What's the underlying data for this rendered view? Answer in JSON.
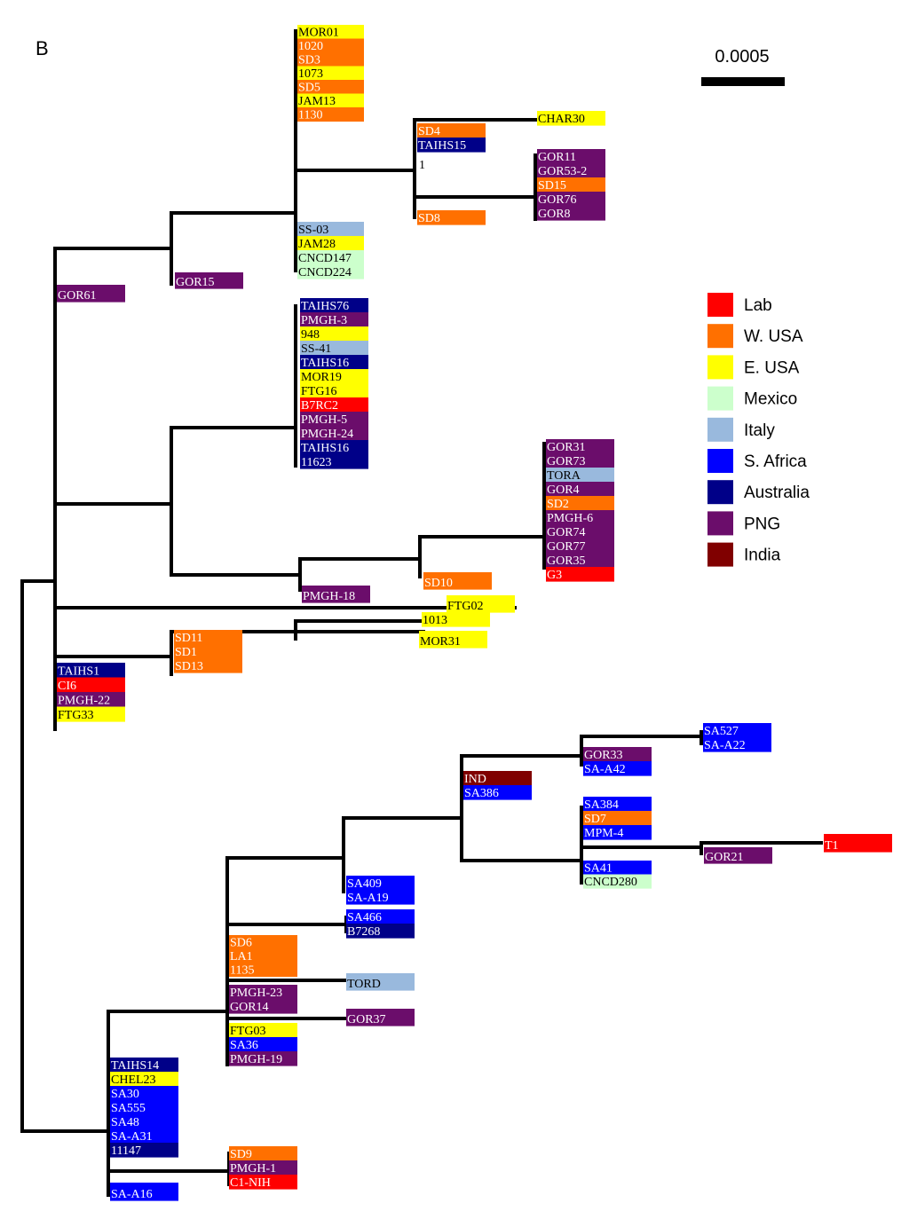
{
  "figure": {
    "panel_label": "B",
    "scale_bar_label": "0.0005",
    "node_label": "1"
  },
  "colors": {
    "branch": "#000000",
    "dark_text": "#000000",
    "light_text": "#ffffff"
  },
  "legend": [
    {
      "key": "lab",
      "label": "Lab",
      "color": "#ff0000"
    },
    {
      "key": "wusa",
      "label": "W. USA",
      "color": "#ff7000"
    },
    {
      "key": "eusa",
      "label": "E. USA",
      "color": "#ffff00"
    },
    {
      "key": "mexico",
      "label": "Mexico",
      "color": "#ccffcc"
    },
    {
      "key": "italy",
      "label": "Italy",
      "color": "#99b9dd"
    },
    {
      "key": "safrica",
      "label": "S. Africa",
      "color": "#0000ff"
    },
    {
      "key": "australia",
      "label": "Australia",
      "color": "#000088"
    },
    {
      "key": "png",
      "label": "PNG",
      "color": "#6b0d6b"
    },
    {
      "key": "india",
      "label": "India",
      "color": "#800000"
    }
  ],
  "clades": [
    {
      "taxa": [
        [
          "MOR01",
          "eusa"
        ],
        [
          "1020",
          "wusa"
        ],
        [
          "SD3",
          "wusa"
        ],
        [
          "1073",
          "eusa"
        ],
        [
          "SD5",
          "wusa"
        ],
        [
          "JAM13",
          "eusa"
        ],
        [
          "1130",
          "wusa"
        ]
      ]
    },
    {
      "taxa": [
        [
          "CHAR30",
          "eusa"
        ]
      ]
    },
    {
      "taxa": [
        [
          "SD4",
          "wusa"
        ],
        [
          "TAIHS15",
          "australia"
        ]
      ]
    },
    {
      "taxa": [
        [
          "GOR11",
          "png"
        ],
        [
          "GOR53-2",
          "png"
        ],
        [
          "SD15",
          "wusa"
        ],
        [
          "GOR76",
          "png"
        ],
        [
          "GOR8",
          "png"
        ]
      ]
    },
    {
      "taxa": [
        [
          "SD8",
          "wusa"
        ]
      ]
    },
    {
      "taxa": [
        [
          "SS-03",
          "italy"
        ],
        [
          "JAM28",
          "eusa"
        ],
        [
          "CNCD147",
          "mexico"
        ],
        [
          "CNCD224",
          "mexico"
        ]
      ]
    },
    {
      "taxa": [
        [
          "GOR15",
          "png"
        ]
      ]
    },
    {
      "taxa": [
        [
          "GOR61",
          "png"
        ]
      ]
    },
    {
      "taxa": [
        [
          "TAIHS76",
          "australia"
        ],
        [
          "PMGH-3",
          "png"
        ],
        [
          "948",
          "eusa"
        ],
        [
          "SS-41",
          "italy"
        ],
        [
          "TAIHS16",
          "australia"
        ],
        [
          "MOR19",
          "eusa"
        ],
        [
          "FTG16",
          "eusa"
        ],
        [
          "B7RC2",
          "lab"
        ],
        [
          "PMGH-5",
          "png"
        ],
        [
          "PMGH-24",
          "png"
        ],
        [
          "TAIHS16",
          "australia"
        ],
        [
          "11623",
          "australia"
        ]
      ]
    },
    {
      "taxa": [
        [
          "GOR31",
          "png"
        ],
        [
          "GOR73",
          "png"
        ],
        [
          "TORA",
          "italy"
        ],
        [
          "GOR4",
          "png"
        ],
        [
          "SD2",
          "wusa"
        ],
        [
          "PMGH-6",
          "png"
        ],
        [
          "GOR74",
          "png"
        ],
        [
          "GOR77",
          "png"
        ],
        [
          "GOR35",
          "png"
        ],
        [
          "G3",
          "lab"
        ]
      ]
    },
    {
      "taxa": [
        [
          "SD10",
          "wusa"
        ]
      ]
    },
    {
      "taxa": [
        [
          "PMGH-18",
          "png"
        ]
      ]
    },
    {
      "taxa": [
        [
          "FTG02",
          "eusa"
        ]
      ]
    },
    {
      "taxa": [
        [
          "1013",
          "eusa"
        ]
      ]
    },
    {
      "taxa": [
        [
          "MOR31",
          "eusa"
        ]
      ]
    },
    {
      "taxa": [
        [
          "SD11",
          "wusa"
        ],
        [
          "SD1",
          "wusa"
        ],
        [
          "SD13",
          "wusa"
        ]
      ]
    },
    {
      "taxa": [
        [
          "TAIHS1",
          "australia"
        ],
        [
          "CI6",
          "lab"
        ],
        [
          "PMGH-22",
          "png"
        ],
        [
          "FTG33",
          "eusa"
        ]
      ]
    },
    {
      "taxa": [
        [
          "SA527",
          "safrica"
        ],
        [
          "SA-A22",
          "safrica"
        ]
      ]
    },
    {
      "taxa": [
        [
          "GOR33",
          "png"
        ],
        [
          "SA-A42",
          "safrica"
        ]
      ]
    },
    {
      "taxa": [
        [
          "IND",
          "india"
        ],
        [
          "SA386",
          "safrica"
        ]
      ]
    },
    {
      "taxa": [
        [
          "SA384",
          "safrica"
        ],
        [
          "SD7",
          "wusa"
        ],
        [
          "MPM-4",
          "safrica"
        ]
      ]
    },
    {
      "taxa": [
        [
          "T1",
          "lab"
        ]
      ]
    },
    {
      "taxa": [
        [
          "GOR21",
          "png"
        ]
      ]
    },
    {
      "taxa": [
        [
          "SA41",
          "safrica"
        ],
        [
          "CNCD280",
          "mexico"
        ]
      ]
    },
    {
      "taxa": [
        [
          "SA409",
          "safrica"
        ],
        [
          "SA-A19",
          "safrica"
        ]
      ]
    },
    {
      "taxa": [
        [
          "SA466",
          "safrica"
        ],
        [
          "B7268",
          "australia"
        ]
      ]
    },
    {
      "taxa": [
        [
          "SD6",
          "wusa"
        ],
        [
          "LA1",
          "wusa"
        ],
        [
          "1135",
          "wusa"
        ]
      ]
    },
    {
      "taxa": [
        [
          "TORD",
          "italy"
        ]
      ]
    },
    {
      "taxa": [
        [
          "PMGH-23",
          "png"
        ],
        [
          "GOR14",
          "png"
        ]
      ]
    },
    {
      "taxa": [
        [
          "GOR37",
          "png"
        ]
      ]
    },
    {
      "taxa": [
        [
          "FTG03",
          "eusa"
        ],
        [
          "SA36",
          "safrica"
        ],
        [
          "PMGH-19",
          "png"
        ]
      ]
    },
    {
      "taxa": [
        [
          "TAIHS14",
          "australia"
        ],
        [
          "CHEL23",
          "eusa"
        ],
        [
          "SA30",
          "safrica"
        ],
        [
          "SA555",
          "safrica"
        ],
        [
          "SA48",
          "safrica"
        ],
        [
          "SA-A31",
          "safrica"
        ],
        [
          "11147",
          "australia"
        ]
      ]
    },
    {
      "taxa": [
        [
          "SD9",
          "wusa"
        ],
        [
          "PMGH-1",
          "png"
        ],
        [
          "C1-NIH",
          "lab"
        ]
      ]
    },
    {
      "taxa": [
        [
          "SA-A16",
          "safrica"
        ]
      ]
    }
  ]
}
